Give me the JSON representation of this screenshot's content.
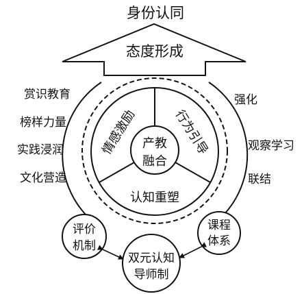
{
  "top_label": "身份认同",
  "arrow_label": "态度形成",
  "center": {
    "line1": "产教",
    "line2": "融合"
  },
  "sectors": {
    "left": "情感激励",
    "right": "行为引导",
    "bottom": "认知重塑"
  },
  "left_list": [
    "赏识教育",
    "榜样力量",
    "实践浸润",
    "文化营造"
  ],
  "right_list": [
    "强化",
    "观察学习",
    "联结"
  ],
  "bottom_nodes": {
    "left": {
      "line1": "评价",
      "line2": "机制"
    },
    "center": {
      "line1": "双元认知",
      "line2": "导师制"
    },
    "right": {
      "line1": "课程",
      "line2": "体系"
    }
  },
  "colors": {
    "stroke": "#111111",
    "background": "#ffffff"
  }
}
